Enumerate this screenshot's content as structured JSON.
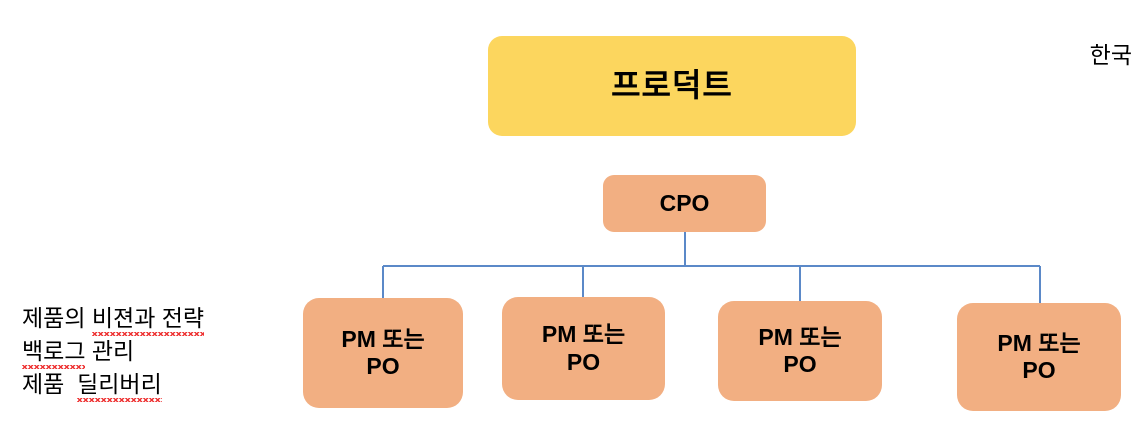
{
  "diagram": {
    "root": {
      "label": "프로덕트",
      "color": "#FCD65E"
    },
    "cpo": {
      "label": "CPO",
      "color": "#F2AF82"
    },
    "leaves": [
      {
        "label": "PM 또는\nPO",
        "color": "#F2AF82"
      },
      {
        "label": "PM 또는\nPO",
        "color": "#F2AF82"
      },
      {
        "label": "PM 또는\nPO",
        "color": "#F2AF82"
      },
      {
        "label": "PM 또는\nPO",
        "color": "#F2AF82"
      }
    ],
    "connector_color": "#5B89C8"
  },
  "notes": {
    "line1_plain": "제품의 ",
    "line1_marked": "비젼과 전략",
    "line2_marked": "백로그",
    "line2_plain": " 관리",
    "line3_plain": "제품  ",
    "line3_marked": "딜리버리"
  },
  "corner": {
    "label": "한국"
  }
}
